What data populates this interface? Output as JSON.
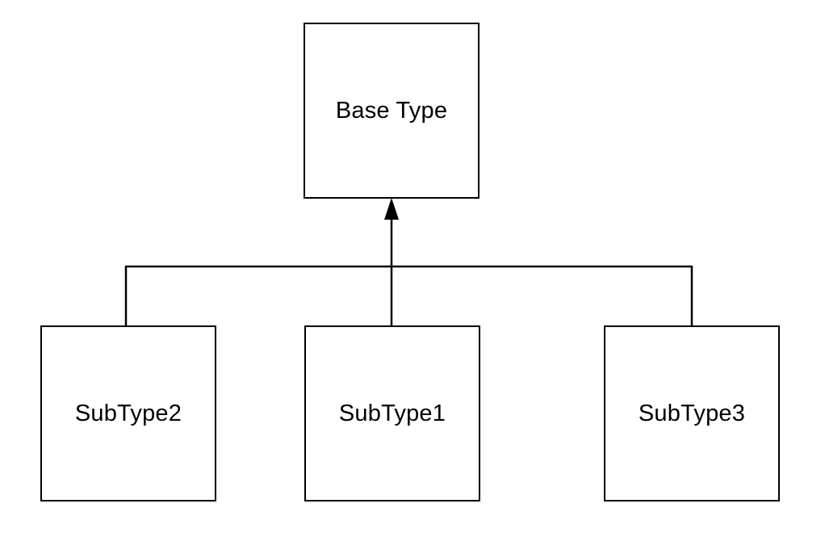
{
  "diagram": {
    "type": "inheritance-hierarchy",
    "nodes": {
      "base": {
        "label": "Base Type"
      },
      "sub_left": {
        "label": "SubType2"
      },
      "sub_center": {
        "label": "SubType1"
      },
      "sub_right": {
        "label": "SubType3"
      }
    },
    "edges": [
      {
        "from": "SubType2",
        "to": "Base Type",
        "style": "solid-line-filled-arrowhead"
      },
      {
        "from": "SubType1",
        "to": "Base Type",
        "style": "solid-line-filled-arrowhead"
      },
      {
        "from": "SubType3",
        "to": "Base Type",
        "style": "solid-line-filled-arrowhead"
      }
    ],
    "colors": {
      "line": "#000000",
      "node_fill": "#ffffff",
      "text": "#000000"
    }
  }
}
